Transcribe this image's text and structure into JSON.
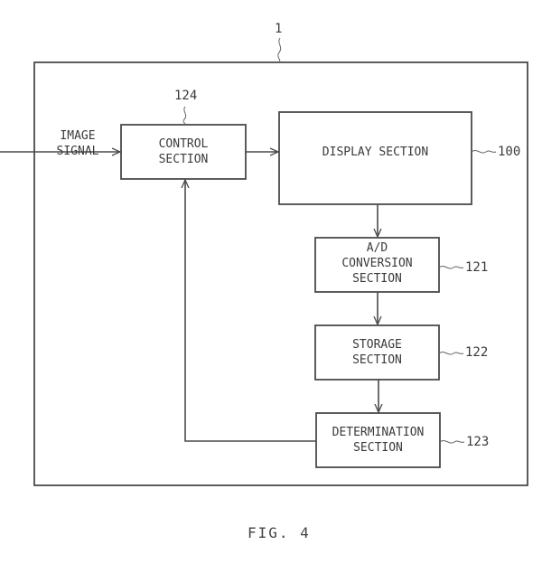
{
  "figure": {
    "caption": "FIG. 4",
    "device_ref": "1"
  },
  "input": {
    "label_line1": "IMAGE",
    "label_line2": "SIGNAL"
  },
  "blocks": {
    "control": {
      "line1": "CONTROL",
      "line2": "SECTION",
      "ref": "124"
    },
    "display": {
      "line1": "DISPLAY SECTION",
      "ref": "100"
    },
    "ad_conversion": {
      "line1": "A/D",
      "line2": "CONVERSION",
      "line3": "SECTION",
      "ref": "121"
    },
    "storage": {
      "line1": "STORAGE",
      "line2": "SECTION",
      "ref": "122"
    },
    "determination": {
      "line1": "DETERMINATION",
      "line2": "SECTION",
      "ref": "123"
    }
  },
  "connections": [
    {
      "from": "image-signal",
      "to": "control"
    },
    {
      "from": "control",
      "to": "display"
    },
    {
      "from": "display",
      "to": "ad_conversion"
    },
    {
      "from": "ad_conversion",
      "to": "storage"
    },
    {
      "from": "storage",
      "to": "determination"
    },
    {
      "from": "determination",
      "to": "control"
    }
  ]
}
